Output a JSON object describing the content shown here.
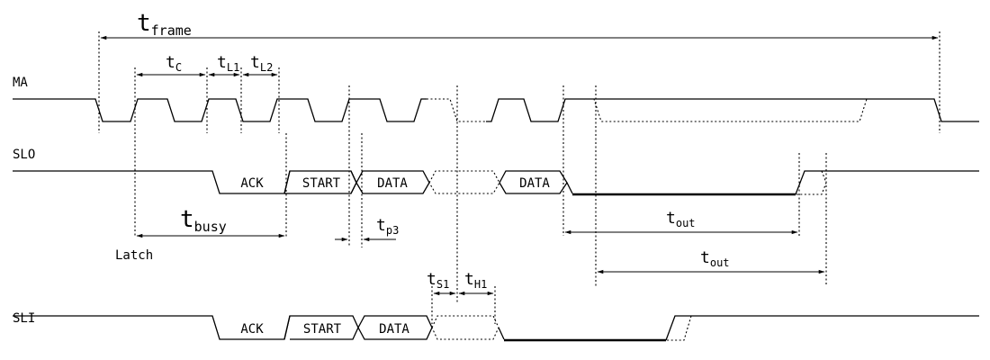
{
  "signals": {
    "ma": "MA",
    "slo": "SLO",
    "sli": "SLI"
  },
  "fields": {
    "ack": "ACK",
    "start": "START",
    "data": "DATA",
    "latch": "Latch"
  },
  "timing": {
    "t_frame": {
      "main": "t",
      "sub": "frame"
    },
    "t_c": {
      "main": "t",
      "sub": "C"
    },
    "t_l1": {
      "main": "t",
      "sub": "L1"
    },
    "t_l2": {
      "main": "t",
      "sub": "L2"
    },
    "t_busy": {
      "main": "t",
      "sub": "busy"
    },
    "t_p3": {
      "main": "t",
      "sub": "p3"
    },
    "t_out_1": {
      "main": "t",
      "sub": "out"
    },
    "t_out_2": {
      "main": "t",
      "sub": "out"
    },
    "t_s1": {
      "main": "t",
      "sub": "S1"
    },
    "t_h1": {
      "main": "t",
      "sub": "H1"
    }
  }
}
